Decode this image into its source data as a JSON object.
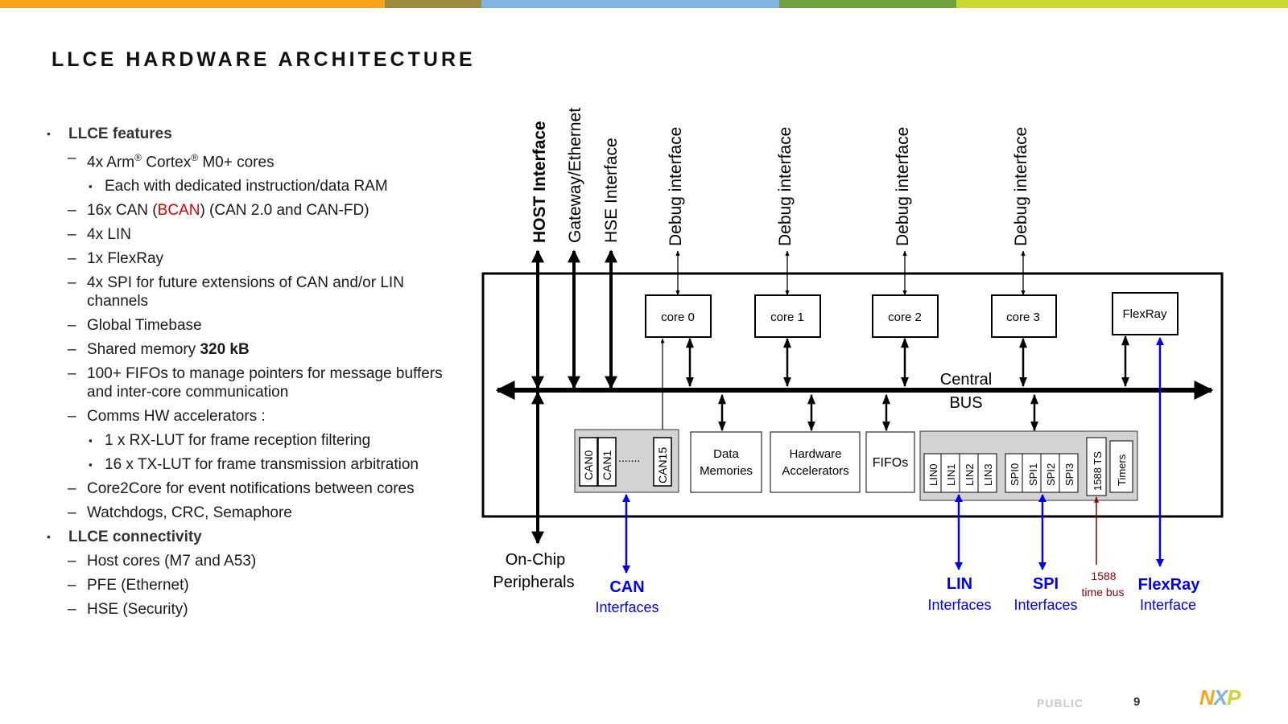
{
  "colors": {
    "topbar": [
      "#f9a51b",
      "#9c8b3f",
      "#7fb3e0",
      "#71a13f",
      "#c9d731"
    ],
    "accent_red": "#e00000",
    "interface_blue": "#0000ee",
    "timebus_red": "#8b0000"
  },
  "page": {
    "title": "LLCE HARDWARE ARCHITECTURE",
    "footer_public": "PUBLIC",
    "page_number": "9",
    "logo": "NXP"
  },
  "bullets": [
    {
      "level": 1,
      "marker": "•",
      "parts": [
        {
          "t": "LLCE features"
        }
      ]
    },
    {
      "level": 2,
      "marker": "–",
      "parts": [
        {
          "t": "4x Arm"
        },
        {
          "t": "®",
          "sup": true
        },
        {
          "t": " Cortex"
        },
        {
          "t": "®",
          "sup": true
        },
        {
          "t": " M0+ cores"
        }
      ]
    },
    {
      "level": 3,
      "marker": "▪",
      "parts": [
        {
          "t": "Each with dedicated instruction/data RAM"
        }
      ]
    },
    {
      "level": 2,
      "marker": "–",
      "parts": [
        {
          "t": "16x CAN ("
        },
        {
          "t": "BCAN",
          "red": true
        },
        {
          "t": ") (CAN 2.0 and CAN-FD)"
        }
      ]
    },
    {
      "level": 2,
      "marker": "–",
      "parts": [
        {
          "t": "4x LIN"
        }
      ]
    },
    {
      "level": 2,
      "marker": "–",
      "parts": [
        {
          "t": "1x FlexRay"
        }
      ]
    },
    {
      "level": 2,
      "marker": "–",
      "parts": [
        {
          "t": "4x SPI for future extensions of CAN and/or LIN channels"
        }
      ]
    },
    {
      "level": 2,
      "marker": "–",
      "parts": [
        {
          "t": "Global Timebase"
        }
      ]
    },
    {
      "level": 2,
      "marker": "–",
      "parts": [
        {
          "t": "Shared memory "
        },
        {
          "t": "320 kB",
          "bold": true
        }
      ]
    },
    {
      "level": 2,
      "marker": "–",
      "parts": [
        {
          "t": "100+ FIFOs to manage pointers for message buffers and inter-core communication"
        }
      ]
    },
    {
      "level": 2,
      "marker": "–",
      "parts": [
        {
          "t": "Comms HW accelerators :"
        }
      ]
    },
    {
      "level": 3,
      "marker": "▪",
      "parts": [
        {
          "t": "1 x RX-LUT for frame reception filtering"
        }
      ]
    },
    {
      "level": 3,
      "marker": "▪",
      "parts": [
        {
          "t": "16 x TX-LUT for frame transmission arbitration"
        }
      ]
    },
    {
      "level": 2,
      "marker": "–",
      "parts": [
        {
          "t": "Core2Core for event notifications between cores"
        }
      ]
    },
    {
      "level": 2,
      "marker": "–",
      "parts": [
        {
          "t": "Watchdogs, CRC, Semaphore"
        }
      ]
    },
    {
      "level": 1,
      "marker": "•",
      "parts": [
        {
          "t": "LLCE connectivity"
        }
      ]
    },
    {
      "level": 2,
      "marker": "–",
      "parts": [
        {
          "t": "Host cores (M7 and A53)"
        }
      ]
    },
    {
      "level": 2,
      "marker": "–",
      "parts": [
        {
          "t": "PFE (Ethernet)"
        }
      ]
    },
    {
      "level": 2,
      "marker": "–",
      "parts": [
        {
          "t": "HSE (Security)"
        }
      ]
    }
  ],
  "diagram": {
    "top_labels": {
      "host": "HOST Interface",
      "gateway": "Gateway/Ethernet",
      "hse": "HSE Interface",
      "debug": "Debug interface"
    },
    "cores": [
      "core 0",
      "core 1",
      "core 2",
      "core 3"
    ],
    "flexray_block": "FlexRay",
    "central_bus": [
      "Central",
      "BUS"
    ],
    "can_cells": [
      "CAN0",
      "CAN1",
      "CAN15"
    ],
    "can_dots": ".......",
    "data_memories": [
      "Data",
      "Memories"
    ],
    "hw_accel": [
      "Hardware",
      "Accelerators"
    ],
    "fifos": "FIFOs",
    "lin_cells": [
      "LIN0",
      "LIN1",
      "LIN2",
      "LIN3"
    ],
    "spi_cells": [
      "SPI0",
      "SPI1",
      "SPI2",
      "SPI3"
    ],
    "ts_cell": "1588 TS",
    "timers_cell": "Timers",
    "on_chip": [
      "On-Chip",
      "Peripherals"
    ],
    "can_if": [
      "CAN",
      "Interfaces"
    ],
    "lin_if": [
      "LIN",
      "Interfaces"
    ],
    "spi_if": [
      "SPI",
      "Interfaces"
    ],
    "time_bus": [
      "1588",
      "time bus"
    ],
    "flexray_if": [
      "FlexRay",
      "Interface"
    ]
  }
}
